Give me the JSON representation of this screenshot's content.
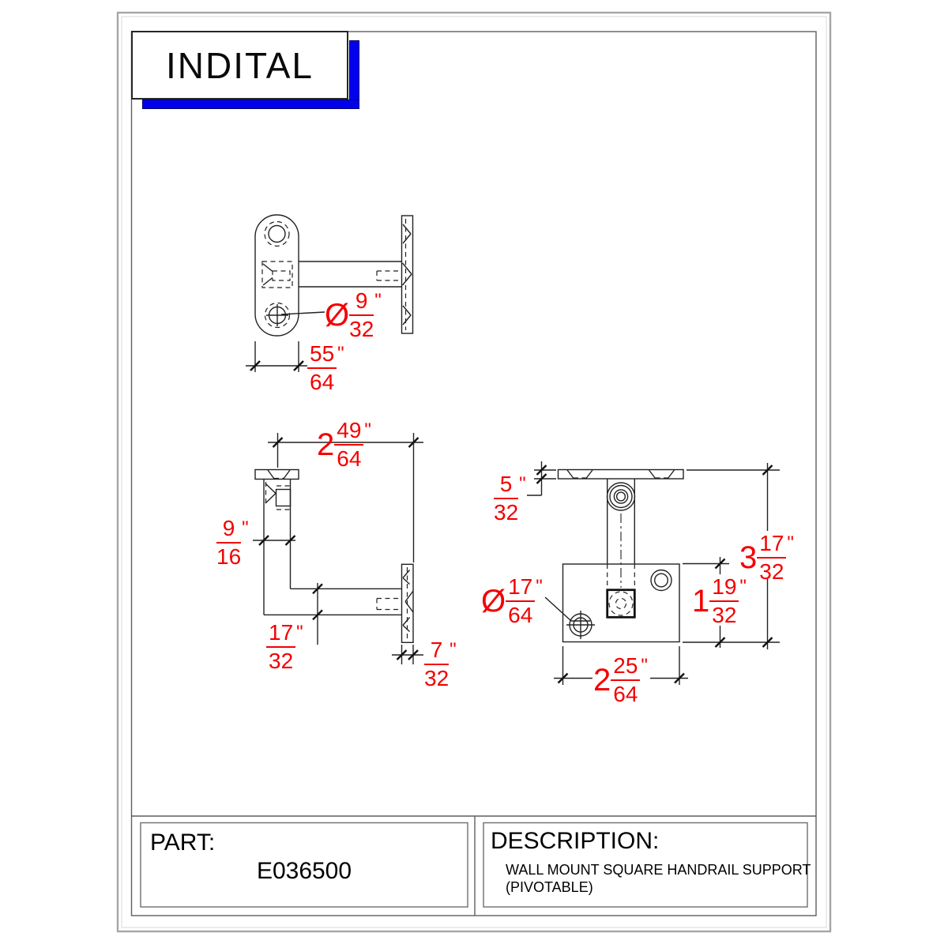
{
  "logo": {
    "text": "INDITAL"
  },
  "title_block": {
    "part_label": "PART:",
    "part_value": "E036500",
    "description_label": "DESCRIPTION:",
    "description_line1": "WALL MOUNT SQUARE HANDRAIL SUPPORT",
    "description_line2": "(PIVOTABLE)"
  },
  "dimensions": {
    "top_view_hole": {
      "prefix": "Ø",
      "num": "9",
      "den": "32",
      "unit": "\""
    },
    "top_view_plate_width": {
      "num": "55",
      "den": "64",
      "unit": "\""
    },
    "side_view_depth": {
      "whole": "2",
      "num": "49",
      "den": "64",
      "unit": "\""
    },
    "side_view_post_width": {
      "num": "9",
      "den": "16",
      "unit": "\""
    },
    "side_view_arm_height": {
      "num": "17",
      "den": "32",
      "unit": "\""
    },
    "side_view_plate_thickness": {
      "num": "7",
      "den": "32",
      "unit": "\""
    },
    "front_view_saddle_thickness": {
      "num": "5",
      "den": "32",
      "unit": "\""
    },
    "front_view_overall_height": {
      "whole": "3",
      "num": "17",
      "den": "32",
      "unit": "\""
    },
    "front_view_plate_height": {
      "whole": "1",
      "num": "19",
      "den": "32",
      "unit": "\""
    },
    "front_view_hole": {
      "prefix": "Ø",
      "num": "17",
      "den": "64",
      "unit": "\""
    },
    "front_view_plate_width": {
      "whole": "2",
      "num": "25",
      "den": "64",
      "unit": "\""
    }
  },
  "colors": {
    "dimension_red": "#f40000",
    "logo_blue": "#0101ee",
    "linework": "#222222"
  }
}
